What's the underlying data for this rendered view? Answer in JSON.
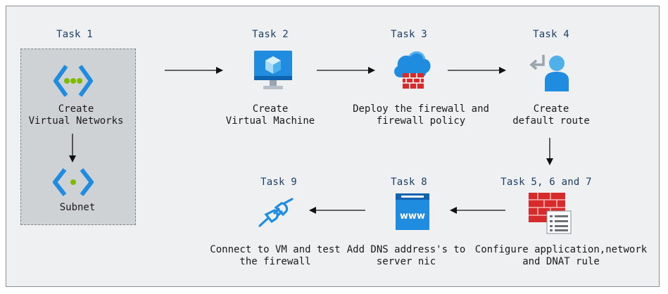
{
  "colors": {
    "background": "#eef0f2",
    "group_fill": "#cfd2d5",
    "task_title": "#1b3f66",
    "azure_blue": "#1f8ce0",
    "firewall_red": "#d72b2b",
    "vnet_green": "#7fba00"
  },
  "tasks": {
    "t1": {
      "title": "Task 1",
      "label_line1": "Create",
      "label_line2": "Virtual Networks",
      "icon": "virtual-network-icon"
    },
    "subnet": {
      "label": "Subnet",
      "icon": "subnet-icon"
    },
    "t2": {
      "title": "Task 2",
      "label_line1": "Create",
      "label_line2": "Virtual Machine",
      "icon": "virtual-machine-icon"
    },
    "t3": {
      "title": "Task 3",
      "label_line1": "Deploy the firewall and",
      "label_line2": "firewall policy",
      "icon": "firewall-cloud-icon"
    },
    "t4": {
      "title": "Task 4",
      "label_line1": "Create",
      "label_line2": "default route",
      "icon": "route-table-icon"
    },
    "t567": {
      "title": "Task 5, 6 and 7",
      "label_line1": "Configure application,network",
      "label_line2": "and DNAT rule",
      "icon": "firewall-rules-icon"
    },
    "t8": {
      "title": "Task 8",
      "label_line1": "Add DNS address's to",
      "label_line2": "server nic",
      "icon": "dns-www-icon"
    },
    "t9": {
      "title": "Task 9",
      "label_line1": "Connect to VM and test",
      "label_line2": "the firewall",
      "icon": "connection-plug-icon"
    }
  }
}
